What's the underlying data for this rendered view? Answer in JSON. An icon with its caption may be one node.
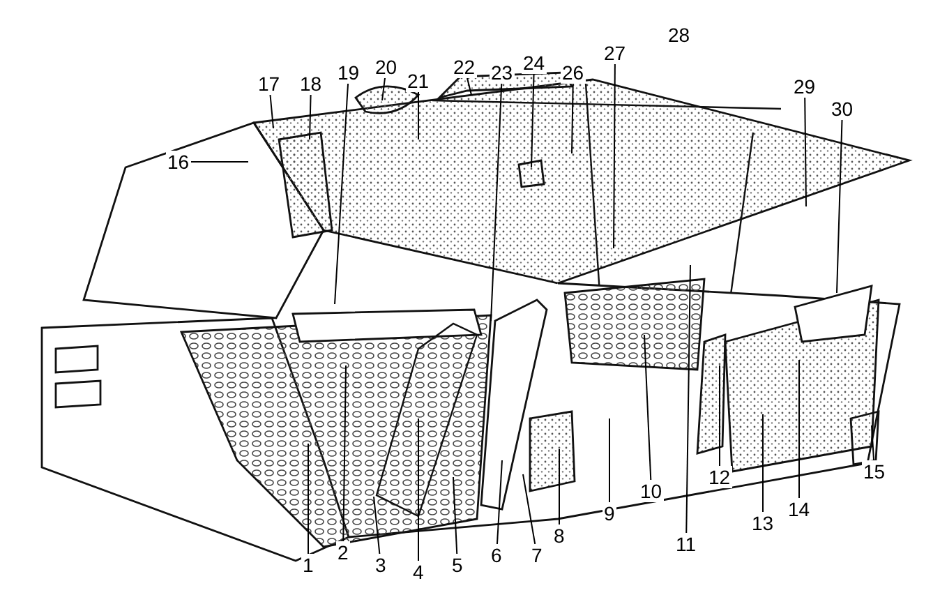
{
  "diagram": {
    "nodes": [
      {
        "text": [
          "1"
        ]
      },
      {
        "text": [
          "2"
        ]
      },
      {
        "text": [
          "3"
        ]
      },
      {
        "text": [
          "4"
        ]
      },
      {
        "text": [
          "5"
        ]
      },
      {
        "text": [
          "6"
        ]
      },
      {
        "text": [
          "7"
        ]
      },
      {
        "text": [
          "8"
        ]
      },
      {
        "text": [
          "9"
        ]
      },
      {
        "text": [
          "10"
        ]
      },
      {
        "text": [
          "11"
        ]
      },
      {
        "text": [
          "12"
        ]
      },
      {
        "text": [
          "13"
        ]
      },
      {
        "text": [
          "14"
        ]
      },
      {
        "text": [
          "15"
        ]
      },
      {
        "text": [
          "16"
        ]
      },
      {
        "text": [
          "17"
        ]
      },
      {
        "text": [
          "18"
        ]
      },
      {
        "text": [
          "19"
        ]
      },
      {
        "text": [
          "20"
        ]
      },
      {
        "text": [
          "21"
        ]
      },
      {
        "text": [
          "22"
        ]
      },
      {
        "text": [
          "23"
        ]
      },
      {
        "text": [
          "24"
        ]
      },
      {
        "text": [
          "26"
        ]
      },
      {
        "text": [
          "27"
        ]
      },
      {
        "text": [
          "29"
        ]
      },
      {
        "text": [
          "30"
        ]
      },
      {
        "text": [
          "28"
        ]
      }
    ],
    "edges": [
      {
        "from": 0,
        "to": null,
        "arrow": "none"
      },
      {
        "from": 1,
        "to": null,
        "arrow": "none"
      },
      {
        "from": 2,
        "to": null,
        "arrow": "none"
      },
      {
        "from": 3,
        "to": null,
        "arrow": "none"
      },
      {
        "from": 4,
        "to": null,
        "arrow": "none"
      },
      {
        "from": 5,
        "to": null,
        "arrow": "none"
      },
      {
        "from": 6,
        "to": null,
        "arrow": "none"
      },
      {
        "from": 7,
        "to": null,
        "arrow": "none"
      },
      {
        "from": 8,
        "to": null,
        "arrow": "none"
      },
      {
        "from": 9,
        "to": null,
        "arrow": "none"
      },
      {
        "from": 10,
        "to": null,
        "arrow": "none"
      },
      {
        "from": 11,
        "to": null,
        "arrow": "none"
      },
      {
        "from": 12,
        "to": null,
        "arrow": "none"
      },
      {
        "from": 13,
        "to": null,
        "arrow": "none"
      },
      {
        "from": 14,
        "to": null,
        "arrow": "none"
      },
      {
        "from": 15,
        "to": null,
        "arrow": "none"
      },
      {
        "from": 16,
        "to": null,
        "arrow": "none"
      },
      {
        "from": 17,
        "to": null,
        "arrow": "none"
      },
      {
        "from": 18,
        "to": null,
        "arrow": "none"
      },
      {
        "from": 19,
        "to": null,
        "arrow": "none"
      },
      {
        "from": 20,
        "to": null,
        "arrow": "none"
      },
      {
        "from": 21,
        "to": null,
        "arrow": "none"
      },
      {
        "from": 22,
        "to": null,
        "arrow": "none"
      },
      {
        "from": 23,
        "to": null,
        "arrow": "none"
      },
      {
        "from": 24,
        "to": null,
        "arrow": "none"
      },
      {
        "from": 25,
        "to": null,
        "arrow": "none"
      },
      {
        "from": 26,
        "to": null,
        "arrow": "none"
      },
      {
        "from": 27,
        "to": null,
        "arrow": "none"
      }
    ],
    "labels": []
  }
}
